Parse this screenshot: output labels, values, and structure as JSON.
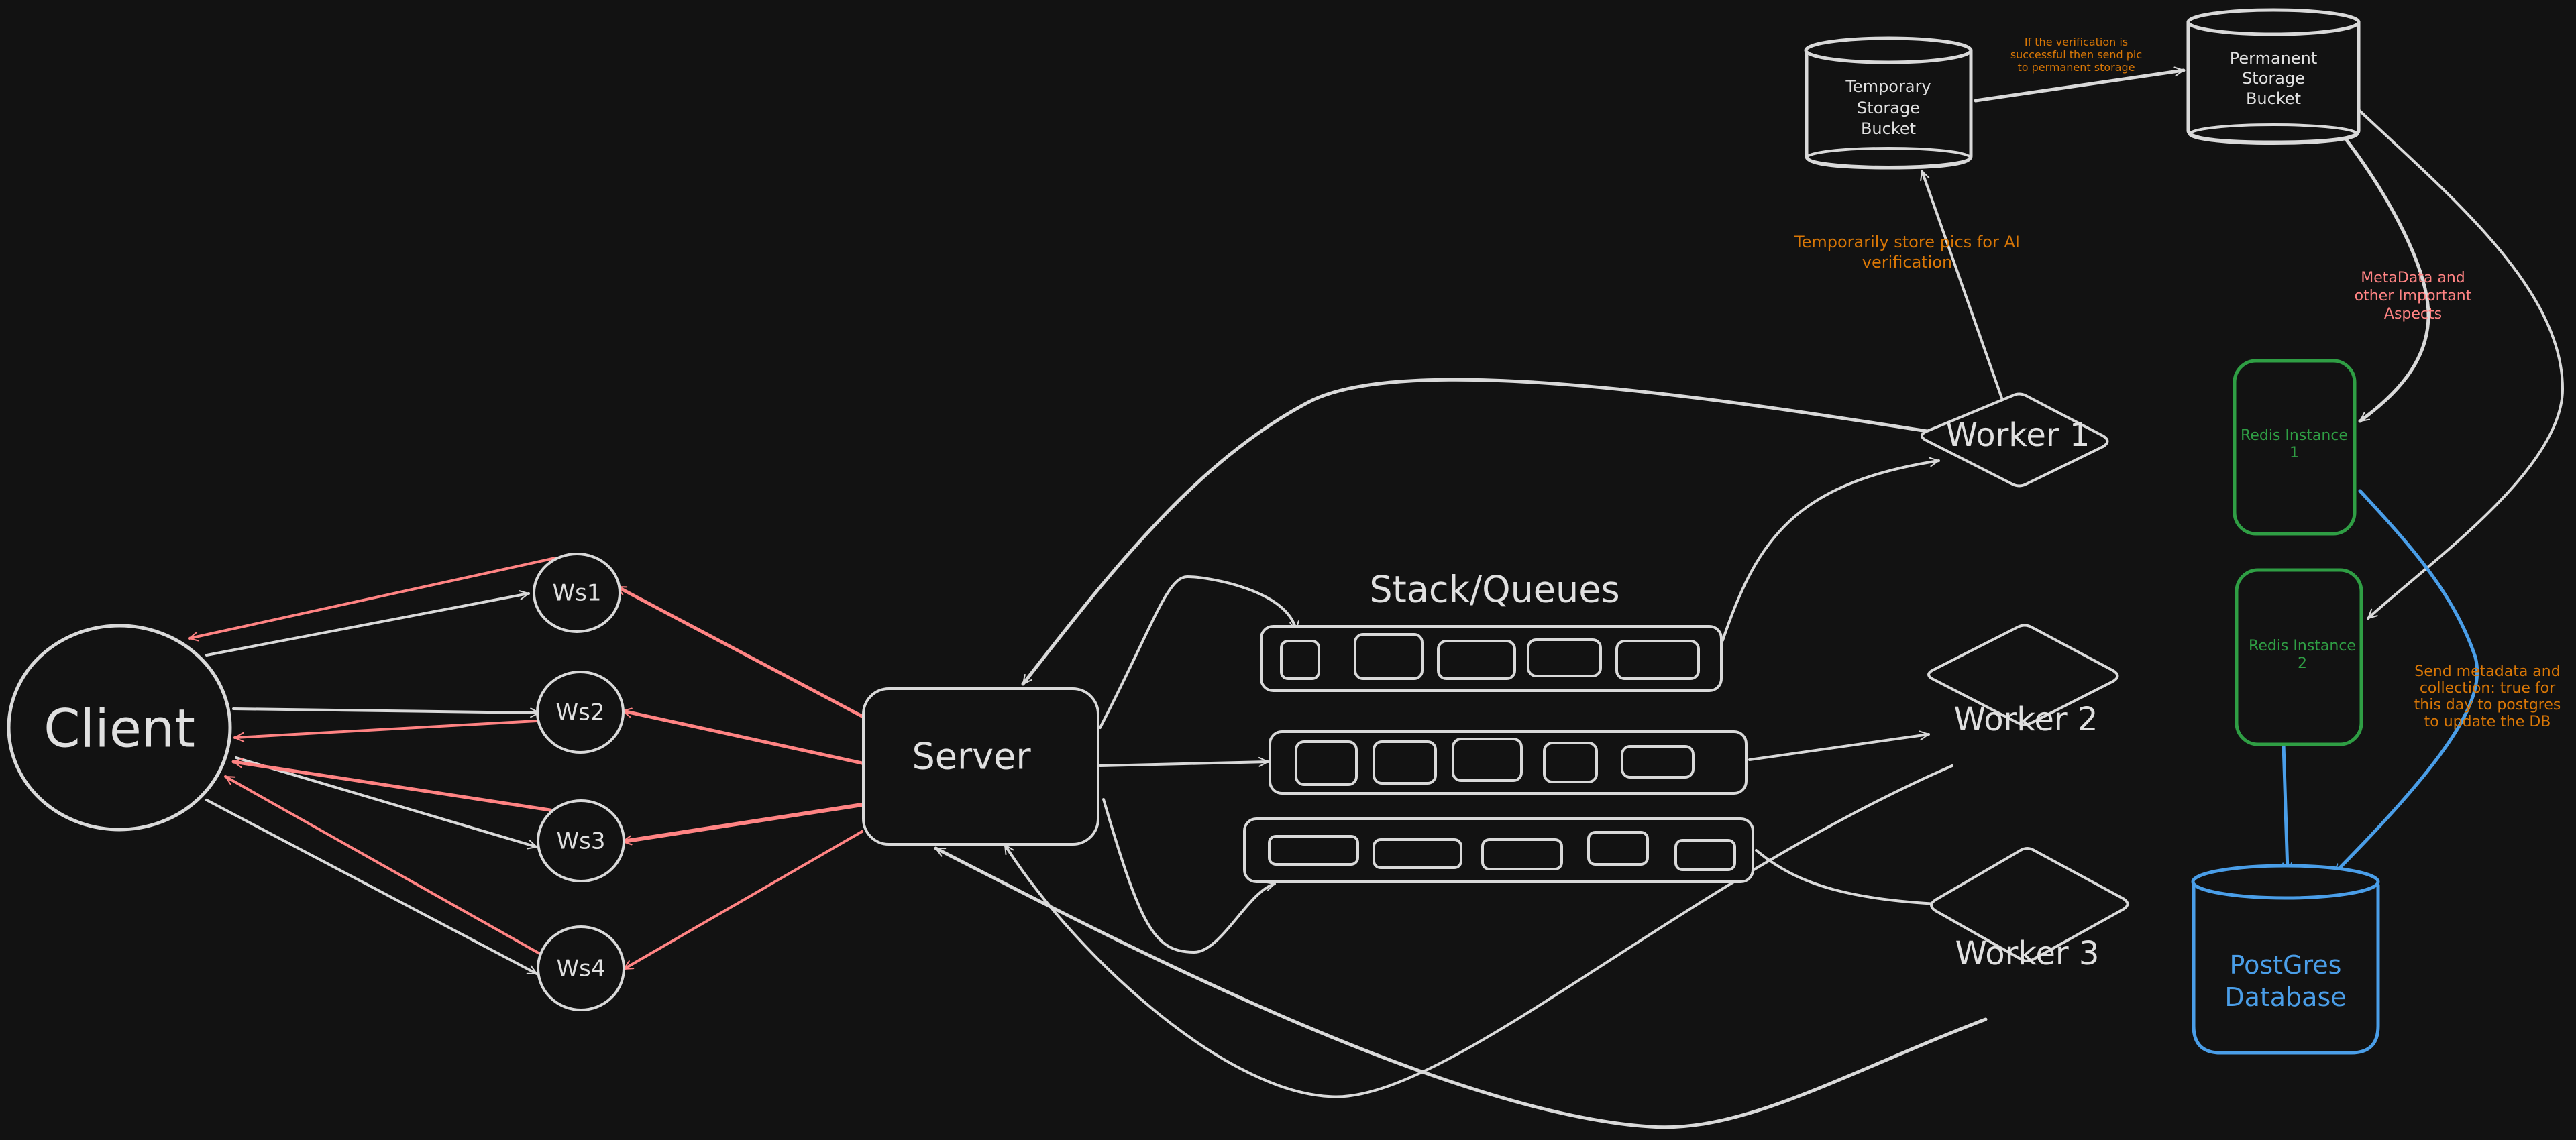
{
  "colors": {
    "background": "#121212",
    "stroke_default": "#d9d9d9",
    "response_arrow": "#ff8383",
    "note_orange": "#d97706",
    "redis_green": "#2f9e44",
    "postgres_blue": "#4a9ee8"
  },
  "nodes": {
    "client": {
      "label": "Client",
      "shape": "circle"
    },
    "websockets": [
      {
        "label": "Ws1",
        "shape": "circle"
      },
      {
        "label": "Ws2",
        "shape": "circle"
      },
      {
        "label": "Ws3",
        "shape": "circle"
      },
      {
        "label": "Ws4",
        "shape": "circle"
      }
    ],
    "server": {
      "label": "Server",
      "shape": "rounded-rect"
    },
    "queues": {
      "title": "Stack/Queues",
      "rows": [
        {
          "slots": 5
        },
        {
          "slots": 5
        },
        {
          "slots": 5
        }
      ]
    },
    "workers": [
      {
        "label": "Worker 1",
        "shape": "diamond"
      },
      {
        "label": "Worker 2",
        "shape": "diamond"
      },
      {
        "label": "Worker 3",
        "shape": "diamond"
      }
    ],
    "temporary_storage": {
      "lines": [
        "Temporary",
        "Storage",
        "Bucket"
      ],
      "shape": "cylinder"
    },
    "permanent_storage": {
      "lines": [
        "Permanent",
        "Storage",
        "Bucket"
      ],
      "shape": "cylinder"
    },
    "redis": [
      {
        "lines": [
          "Redis Instance",
          "1"
        ],
        "shape": "rounded-rect"
      },
      {
        "lines": [
          "Redis Instance",
          "2"
        ],
        "shape": "rounded-rect"
      }
    ],
    "postgres": {
      "lines": [
        "PostGres",
        "Database"
      ],
      "shape": "cylinder"
    }
  },
  "annotations": {
    "verification_success": [
      "If the verification is",
      "successful then send pic",
      "to permanent storage"
    ],
    "temp_store": [
      "Temporarily store pics for AI",
      "verification"
    ],
    "metadata": [
      "MetaData and",
      "other Important",
      "Aspects"
    ],
    "send_metadata": [
      "Send metadata and",
      "collection: true for",
      "this day to postgres",
      "to update the DB"
    ]
  }
}
